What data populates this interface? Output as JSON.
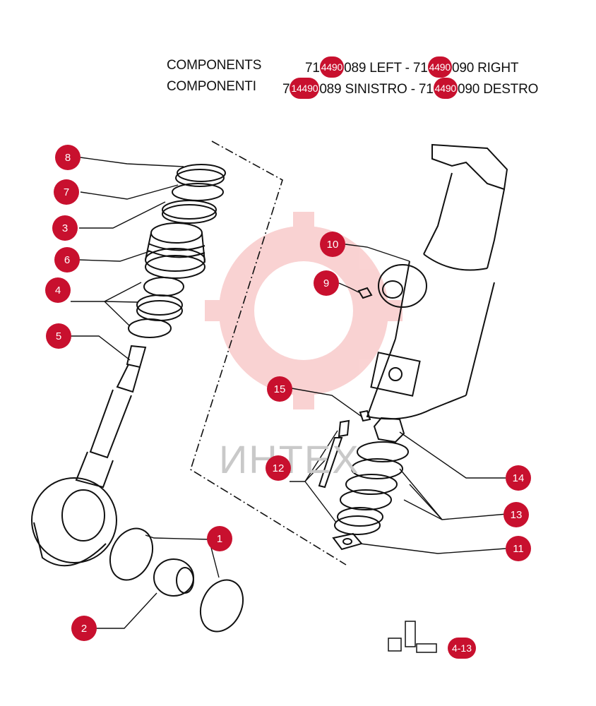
{
  "header": {
    "line1_label": "COMPONENTS",
    "line1_left_prefix": "71",
    "line1_left_code": "4490",
    "line1_left_suffix": "089  LEFT - 71",
    "line1_right_code": "4490",
    "line1_right_suffix": "090 RIGHT",
    "line2_label": "COMPONENTI",
    "line2_left_prefix": "7",
    "line2_left_code": "14490",
    "line2_left_suffix": "089 SINISTRO - 71",
    "line2_right_code": "4490",
    "line2_right_suffix": "090 DESTRO"
  },
  "callouts": [
    {
      "id": "8",
      "label": "8"
    },
    {
      "id": "7",
      "label": "7"
    },
    {
      "id": "3",
      "label": "3"
    },
    {
      "id": "6",
      "label": "6"
    },
    {
      "id": "4",
      "label": "4"
    },
    {
      "id": "5",
      "label": "5"
    },
    {
      "id": "10",
      "label": "10"
    },
    {
      "id": "9",
      "label": "9"
    },
    {
      "id": "15",
      "label": "15"
    },
    {
      "id": "12",
      "label": "12"
    },
    {
      "id": "14",
      "label": "14"
    },
    {
      "id": "13",
      "label": "13"
    },
    {
      "id": "11",
      "label": "11"
    },
    {
      "id": "1",
      "label": "1"
    },
    {
      "id": "2",
      "label": "2"
    }
  ],
  "page_ref": "4-13",
  "watermark": "ИНТЕХ",
  "colors": {
    "badge": "#c8102e",
    "ink": "#111111",
    "watermark": "#f3b8b8"
  }
}
